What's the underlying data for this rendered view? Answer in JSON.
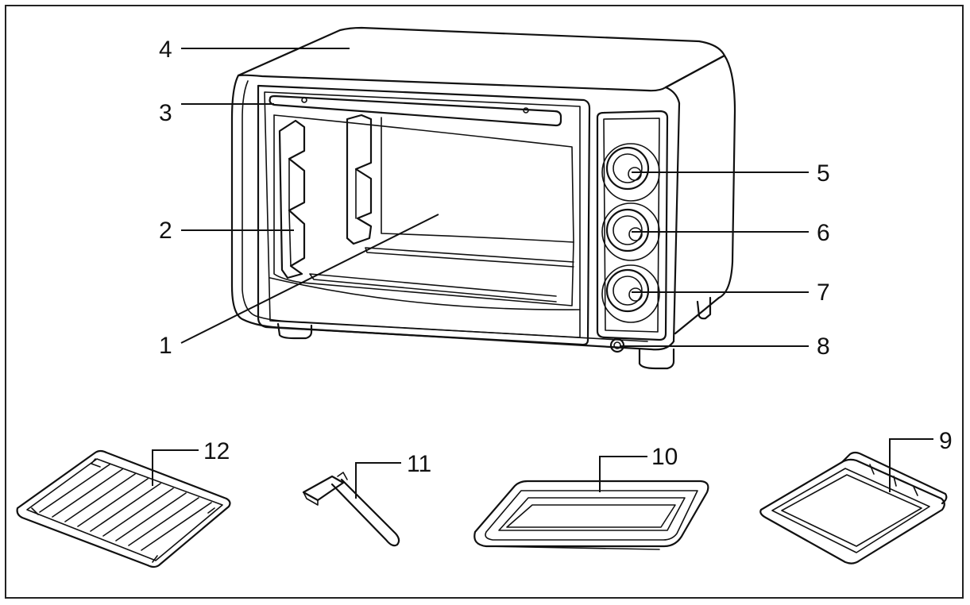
{
  "labels": {
    "l1": "1",
    "l2": "2",
    "l3": "3",
    "l4": "4",
    "l5": "5",
    "l6": "6",
    "l7": "7",
    "l8": "8",
    "l9": "9",
    "l10": "10",
    "l11": "11",
    "l12": "12"
  },
  "colors": {
    "line": "#111111",
    "background": "#ffffff"
  }
}
